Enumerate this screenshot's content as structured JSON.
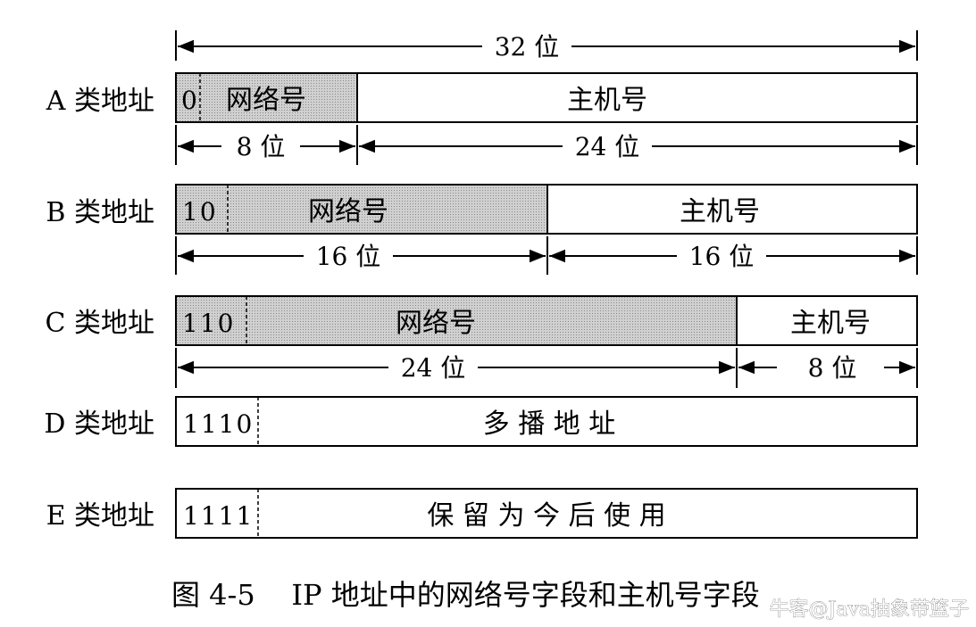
{
  "top_dimension": {
    "label": "32 位"
  },
  "rows": [
    {
      "class_label": "A 类地址",
      "prefix_bits": "0",
      "network_label": "网络号",
      "host_label": "主机号"
    },
    {
      "class_label": "B 类地址",
      "prefix_bits": "10",
      "network_label": "网络号",
      "host_label": "主机号"
    },
    {
      "class_label": "C 类地址",
      "prefix_bits": "110",
      "network_label": "网络号",
      "host_label": "主机号"
    },
    {
      "class_label": "D 类地址",
      "prefix_bits": "1110",
      "body_label": "多 播 地 址"
    },
    {
      "class_label": "E 类地址",
      "prefix_bits": "1111",
      "body_label": "保 留 为 今 后 使 用"
    }
  ],
  "dimensions": {
    "a_network": "8 位",
    "a_host": "24 位",
    "b_network": "16 位",
    "b_host": "16 位",
    "c_network": "24 位",
    "c_host": "8 位"
  },
  "caption": "图 4-5    IP 地址中的网络号字段和主机号字段",
  "watermark": "牛客@Java抽象带篮子",
  "colors": {
    "network_fill": "#c4c4c4",
    "line": "#000000",
    "background": "#ffffff"
  }
}
